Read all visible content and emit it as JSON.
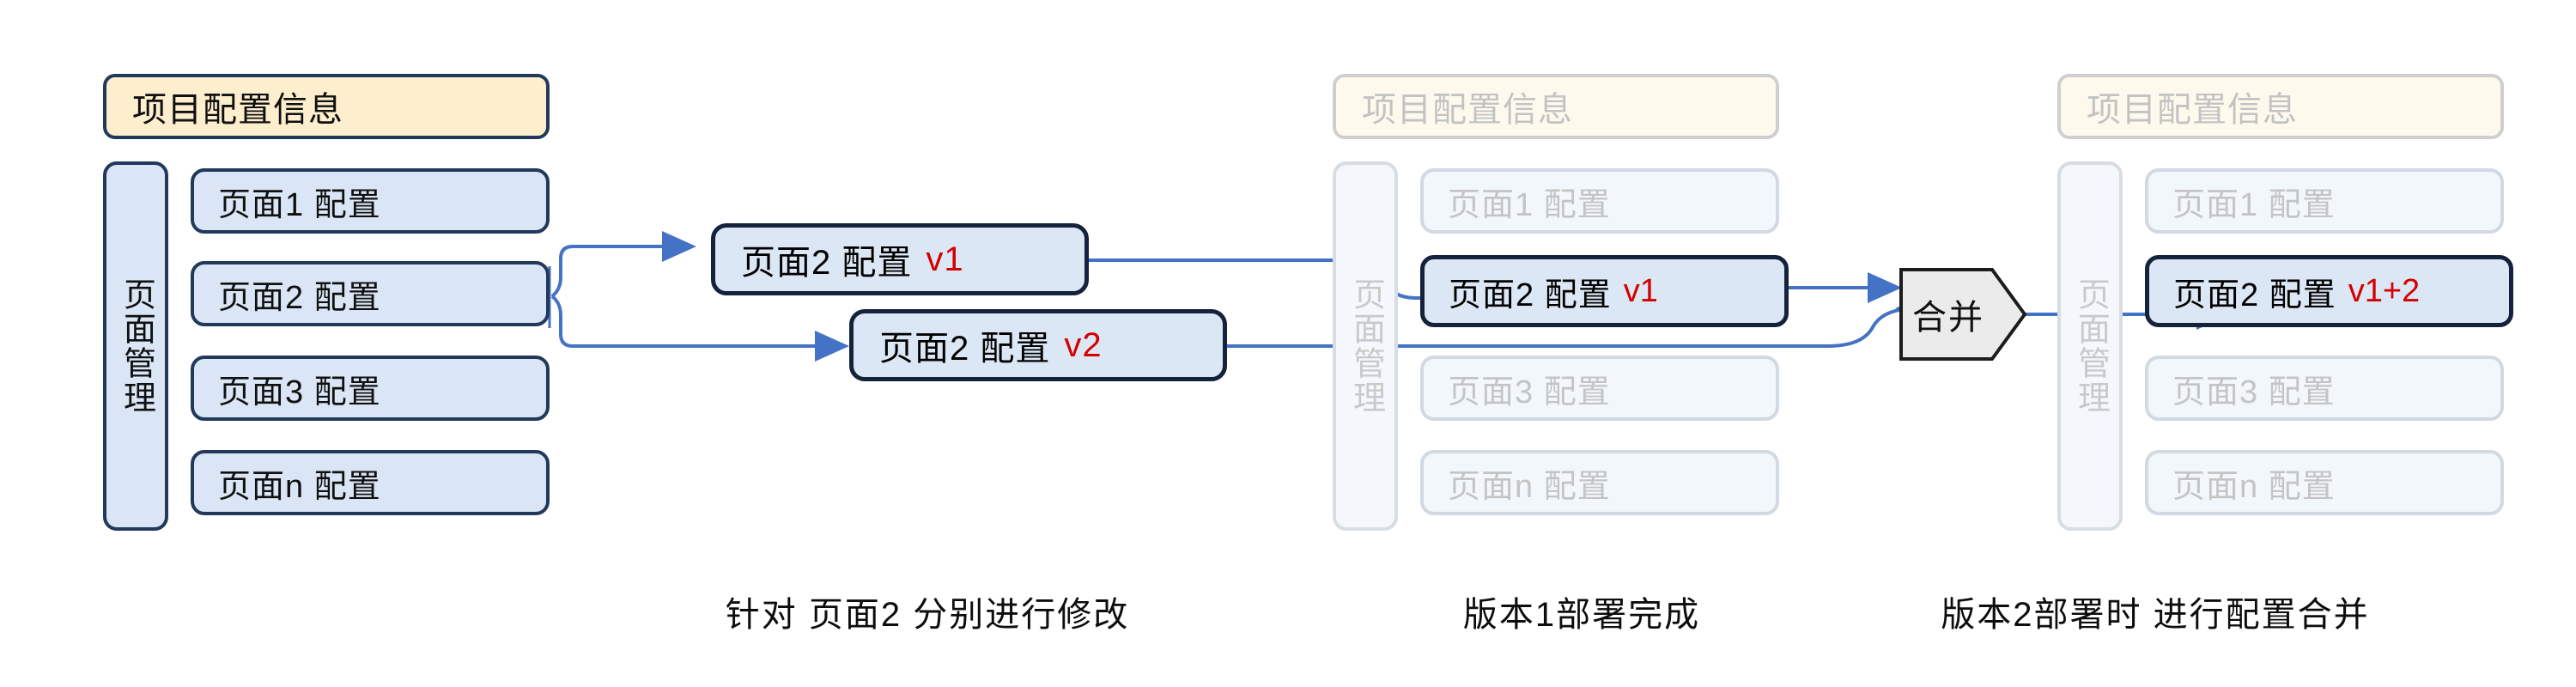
{
  "theme": {
    "accent_blue": "#4472c4",
    "border_dark": "#23395b",
    "border_strong": "#15223c",
    "fill_blue": "#dae6f5",
    "fill_yellow": "#fdeecd",
    "fill_gray": "#ebebeb",
    "version_red": "#d40000",
    "faded_text": "#c4c4c4"
  },
  "groups": [
    {
      "id": "group-active",
      "header": "项目配置信息",
      "sidebar": "页面管理",
      "items": [
        {
          "label": "页面1 配置",
          "version": ""
        },
        {
          "label": "页面2 配置",
          "version": ""
        },
        {
          "label": "页面3 配置",
          "version": ""
        },
        {
          "label": "页面n 配置",
          "version": ""
        }
      ]
    },
    {
      "id": "group-v1-deployed",
      "header": "项目配置信息",
      "sidebar": "页面管理",
      "items": [
        {
          "label": "页面1 配置",
          "version": ""
        },
        {
          "label": "页面2 配置",
          "version": "v1"
        },
        {
          "label": "页面3 配置",
          "version": ""
        },
        {
          "label": "页面n 配置",
          "version": ""
        }
      ]
    },
    {
      "id": "group-v2-merged",
      "header": "项目配置信息",
      "sidebar": "页面管理",
      "items": [
        {
          "label": "页面1 配置",
          "version": ""
        },
        {
          "label": "页面2 配置",
          "version": "v1+2"
        },
        {
          "label": "页面3 配置",
          "version": ""
        },
        {
          "label": "页面n 配置",
          "version": ""
        }
      ]
    }
  ],
  "edit_cards": [
    {
      "id": "card-v1",
      "label": "页面2 配置",
      "version": "v1"
    },
    {
      "id": "card-v2",
      "label": "页面2 配置",
      "version": "v2"
    }
  ],
  "merge_node": {
    "label": "合并"
  },
  "captions": [
    {
      "id": "caption-edits",
      "text": "针对 页面2 分别进行修改"
    },
    {
      "id": "caption-v1-deploy",
      "text": "版本1部署完成"
    },
    {
      "id": "caption-v2-merge",
      "text": "版本2部署时 进行配置合并"
    }
  ]
}
